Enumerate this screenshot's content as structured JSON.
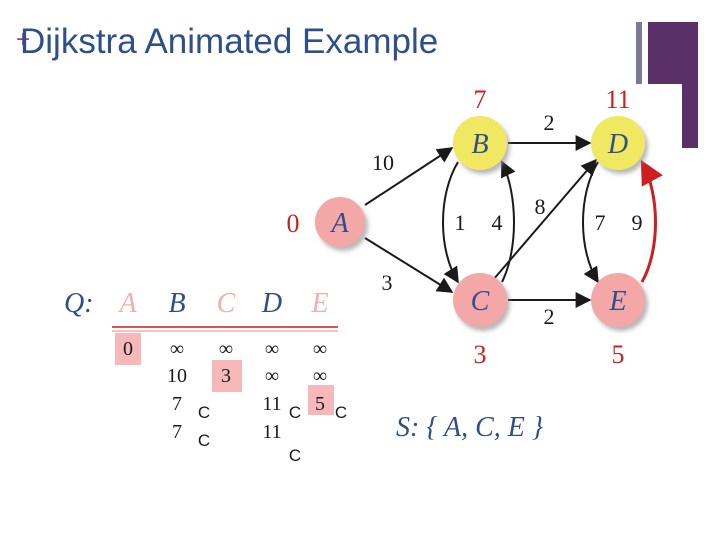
{
  "title": "Dijkstra Animated Example",
  "title_bullet": "+",
  "graph": {
    "nodes": [
      {
        "id": "A",
        "label": "A",
        "distance": "0",
        "in_set_s": true
      },
      {
        "id": "B",
        "label": "B",
        "distance": "7",
        "in_set_s": false
      },
      {
        "id": "C",
        "label": "C",
        "distance": "3",
        "in_set_s": true
      },
      {
        "id": "D",
        "label": "D",
        "distance": "11",
        "in_set_s": false
      },
      {
        "id": "E",
        "label": "E",
        "distance": "5",
        "in_set_s": true
      }
    ],
    "edges": [
      {
        "from": "A",
        "to": "B",
        "weight": "10",
        "highlighted": false
      },
      {
        "from": "A",
        "to": "C",
        "weight": "3",
        "highlighted": false
      },
      {
        "from": "B",
        "to": "C",
        "weight": "1",
        "highlighted": false
      },
      {
        "from": "C",
        "to": "B",
        "weight": "4",
        "highlighted": false
      },
      {
        "from": "B",
        "to": "D",
        "weight": "2",
        "highlighted": false
      },
      {
        "from": "C",
        "to": "D",
        "weight": "8",
        "highlighted": false
      },
      {
        "from": "C",
        "to": "E",
        "weight": "2",
        "highlighted": false
      },
      {
        "from": "D",
        "to": "E",
        "weight": "7",
        "highlighted": false
      },
      {
        "from": "E",
        "to": "D",
        "weight": "9",
        "highlighted": true
      }
    ]
  },
  "queue": {
    "label": "Q:",
    "headers": [
      "A",
      "B",
      "C",
      "D",
      "E"
    ],
    "rows": [
      [
        "0",
        "∞",
        "∞",
        "∞",
        "∞"
      ],
      [
        "",
        "10",
        "3",
        "∞",
        "∞"
      ],
      [
        "",
        "7",
        "",
        "11",
        "5"
      ],
      [
        "",
        "7",
        "",
        "11",
        ""
      ]
    ]
  },
  "stray_marks": [
    "C",
    "C",
    "C",
    "C",
    "C"
  ],
  "set_s": "S: { A, C, E }",
  "colors": {
    "title": "#2f4f8a",
    "node_fill": "#f0e860",
    "node_fill_selected": "#f4a7a7",
    "highlight_cell": "#f6b8b8",
    "highlight_edge": "#cc1f1f",
    "edge": "#1a1a1a",
    "deco_purple": "#5b3068"
  }
}
